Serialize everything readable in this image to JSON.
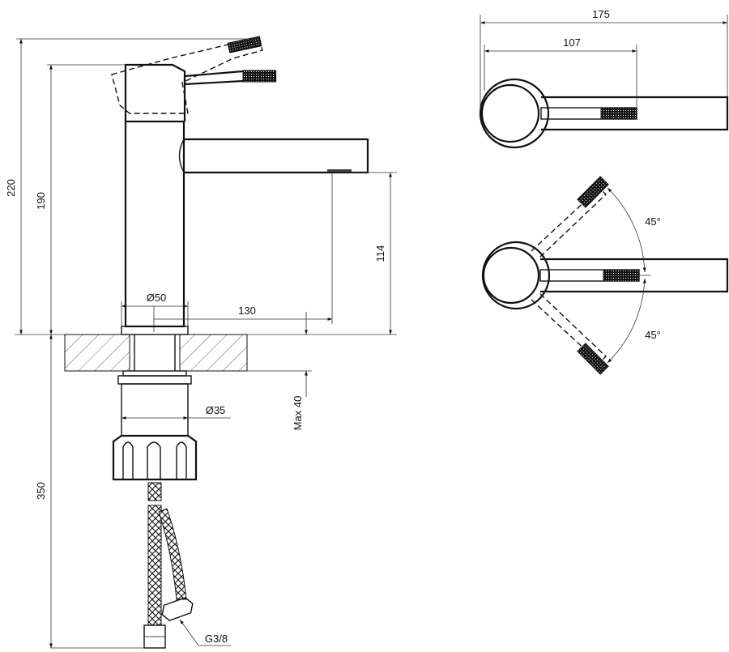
{
  "drawing": {
    "title": "",
    "colors": {
      "line": "#111111",
      "background": "#ffffff"
    },
    "dimensions": {
      "overall_height": "220",
      "spout_height": "190",
      "hose_length": "350",
      "outlet_clearance": "114",
      "body_diameter": "Ø50",
      "reach": "130",
      "shank_diameter": "Ø35",
      "max_deck_thickness": "Max 40",
      "connection_thread": "G3/8",
      "top_overall_length": "175",
      "top_reach": "107",
      "handle_rotation_up": "45°",
      "handle_rotation_down": "45°"
    }
  }
}
